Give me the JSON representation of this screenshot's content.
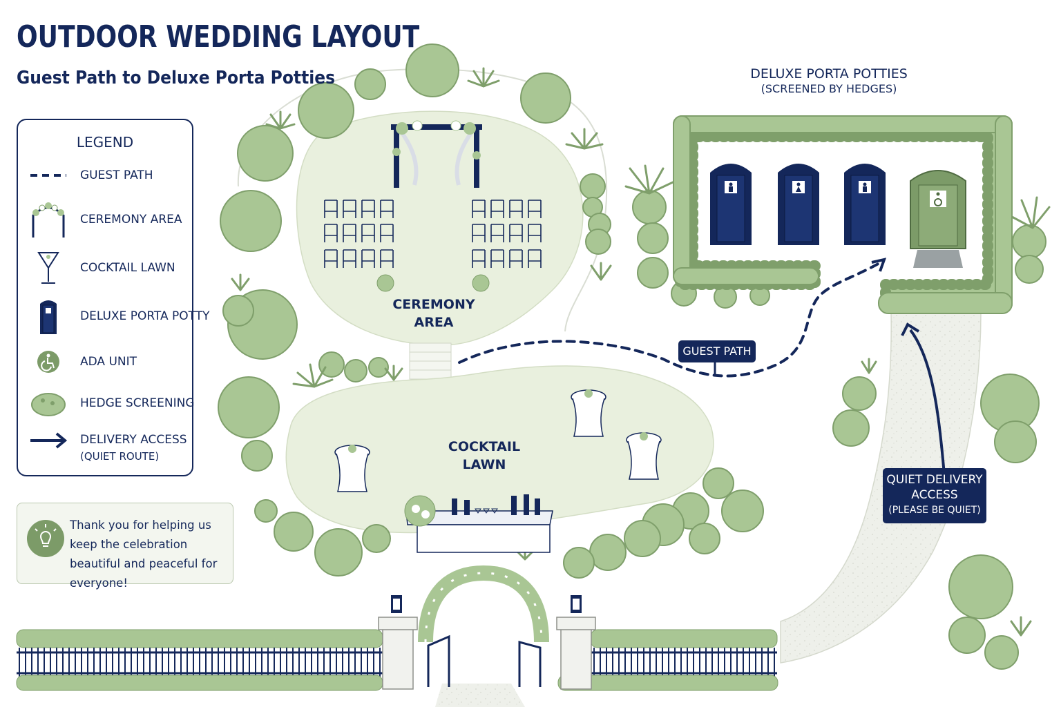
{
  "header": {
    "title": "OUTDOOR WEDDING LAYOUT",
    "subtitle": "Guest Path to Deluxe Porta Potties"
  },
  "legend": {
    "title": "LEGEND",
    "items": [
      {
        "icon": "dashed-line-icon",
        "label": "GUEST PATH"
      },
      {
        "icon": "arch-icon",
        "label": "CEREMONY AREA"
      },
      {
        "icon": "martini-glass-icon",
        "label": "COCKTAIL LAWN"
      },
      {
        "icon": "porta-potty-icon",
        "label": "DELUXE PORTA POTTY"
      },
      {
        "icon": "wheelchair-icon",
        "label": "ADA UNIT"
      },
      {
        "icon": "hedge-icon",
        "label": "HEDGE SCREENING"
      },
      {
        "icon": "arrow-right-icon",
        "label": "DELIVERY ACCESS",
        "sublabel": "(QUIET ROUTE)"
      }
    ]
  },
  "note": {
    "icon": "lightbulb-icon",
    "text": "Thank you for helping us keep the celebration beautiful and peaceful for everyone!"
  },
  "map": {
    "ceremony_label": [
      "CEREMONY",
      "AREA"
    ],
    "cocktail_label": [
      "COCKTAIL",
      "LAWN"
    ],
    "porta_potties": {
      "title": "DELUXE PORTA POTTIES",
      "subtitle": "(SCREENED BY HEDGES)"
    },
    "guest_path_sign": "GUEST PATH",
    "delivery_sign": {
      "line1": "QUIET DELIVERY",
      "line2": "ACCESS",
      "line3": "(PLEASE BE QUIET)"
    }
  },
  "colors": {
    "navy": "#14275a",
    "hedge": "#a9c694",
    "hedge_dark": "#7f9f6b",
    "lawn": "#e9f0de",
    "path": "#eceee8",
    "ada_green": "#7c9b68"
  }
}
